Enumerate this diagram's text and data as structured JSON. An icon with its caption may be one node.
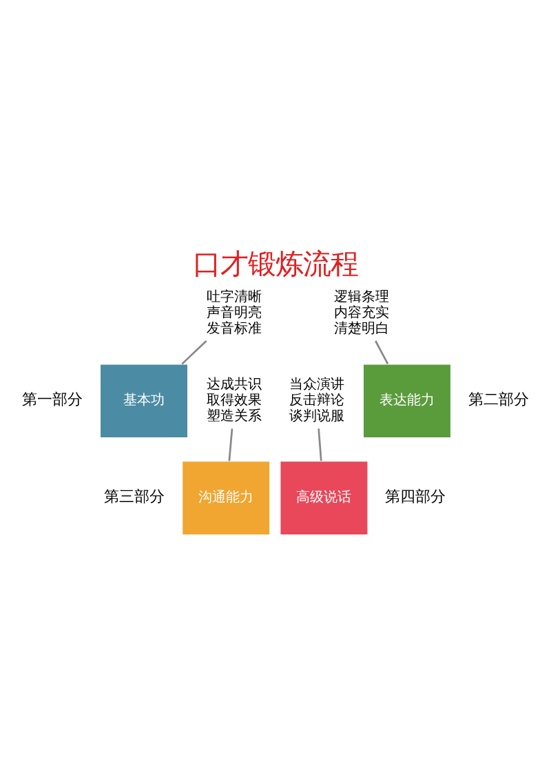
{
  "diagram": {
    "title": "口才锻炼流程",
    "nodes": [
      {
        "text": [
          "吐字清晰",
          "声音明亮",
          "发音标准"
        ]
      },
      {
        "text": [
          "逻辑条理",
          "内容充实",
          "清楚明白"
        ]
      },
      {
        "text": [
          "基本功"
        ],
        "beside": [
          "第一部分"
        ]
      },
      {
        "text": [
          "表达能力"
        ],
        "beside": [
          "第二部分"
        ]
      },
      {
        "text": [
          "沟通能力"
        ],
        "beside": [
          "第三部分"
        ]
      },
      {
        "text": [
          "高级说话"
        ],
        "beside": [
          "第四部分"
        ]
      },
      {
        "text": [
          "达成共识",
          "取得效果",
          "塑造关系"
        ]
      },
      {
        "text": [
          "当众演讲",
          "反击辩论",
          "谈判说服"
        ]
      }
    ],
    "edges": [
      {
        "from": 0,
        "to": 2,
        "arrow": "none"
      },
      {
        "from": 1,
        "to": 3,
        "arrow": "none"
      },
      {
        "from": 6,
        "to": 4,
        "arrow": "none"
      },
      {
        "from": 7,
        "to": 5,
        "arrow": "none"
      }
    ]
  }
}
